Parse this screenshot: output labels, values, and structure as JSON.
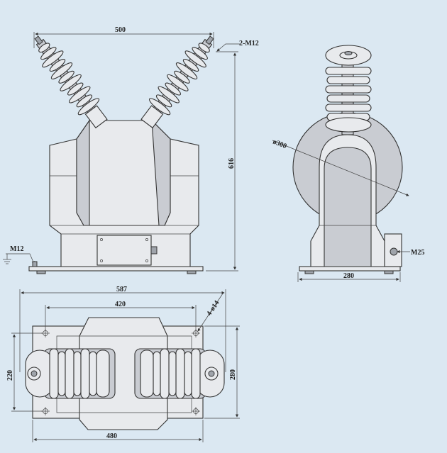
{
  "colors": {
    "background": "#dbe8f2",
    "line": "#333333",
    "body_fill": "#e8eaed",
    "shade_fill": "#c9ccd2"
  },
  "front_view": {
    "dim_width": "500",
    "dim_height": "616",
    "label_top_bolt": "2-M12",
    "label_ground": "M12"
  },
  "side_view": {
    "dim_diameter": "ø300",
    "dim_width": "280",
    "label_bolt": "M25"
  },
  "top_view": {
    "dim_overall": "587",
    "dim_holes": "420",
    "label_holes": "4-ø14",
    "dim_left_height": "220",
    "dim_right_height": "280",
    "dim_bottom": "480"
  },
  "icons": {
    "ground": "ground-symbol-icon"
  }
}
